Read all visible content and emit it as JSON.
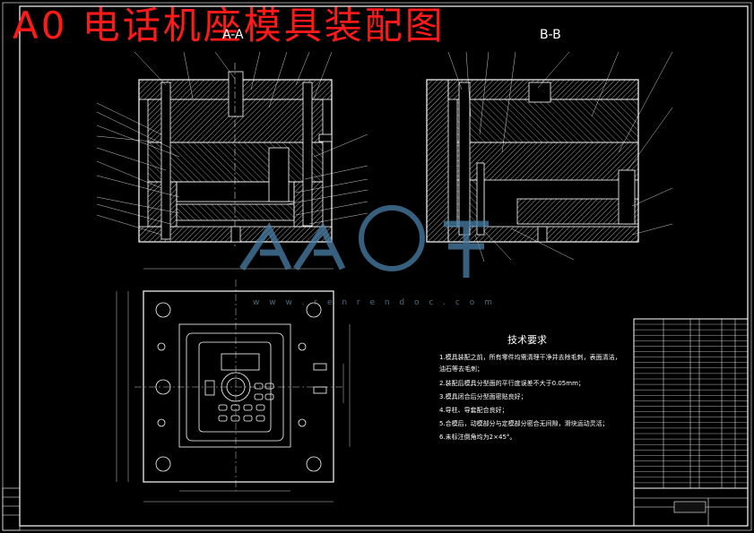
{
  "title": "A0  电话机座模具装配图",
  "section_labels": {
    "a": "A-A",
    "b": "B-B"
  },
  "tech_requirements": {
    "heading": "技术要求",
    "items": [
      "1.模具装配之前，所有零件均需清理干净并去除毛刺，表面清洁，",
      "  油石等去毛刺；",
      "2.装配后模具分型面的平行度误差不大于0.05mm；",
      "3.模具闭合后分型面密贴良好；",
      "4.导柱、导套配合良好；",
      "5.合模后，动模部分与定模部分密合无间隙，滑块运动灵活；",
      "6.未标注倒角均为2×45°。"
    ]
  },
  "watermark": {
    "url": "w w w . r e n r e n d o c . c o m"
  },
  "colors": {
    "title": "#ff1a1a",
    "line": "#ffffff",
    "hatch": "#cccccc",
    "watermark": "#4a7fa8"
  }
}
